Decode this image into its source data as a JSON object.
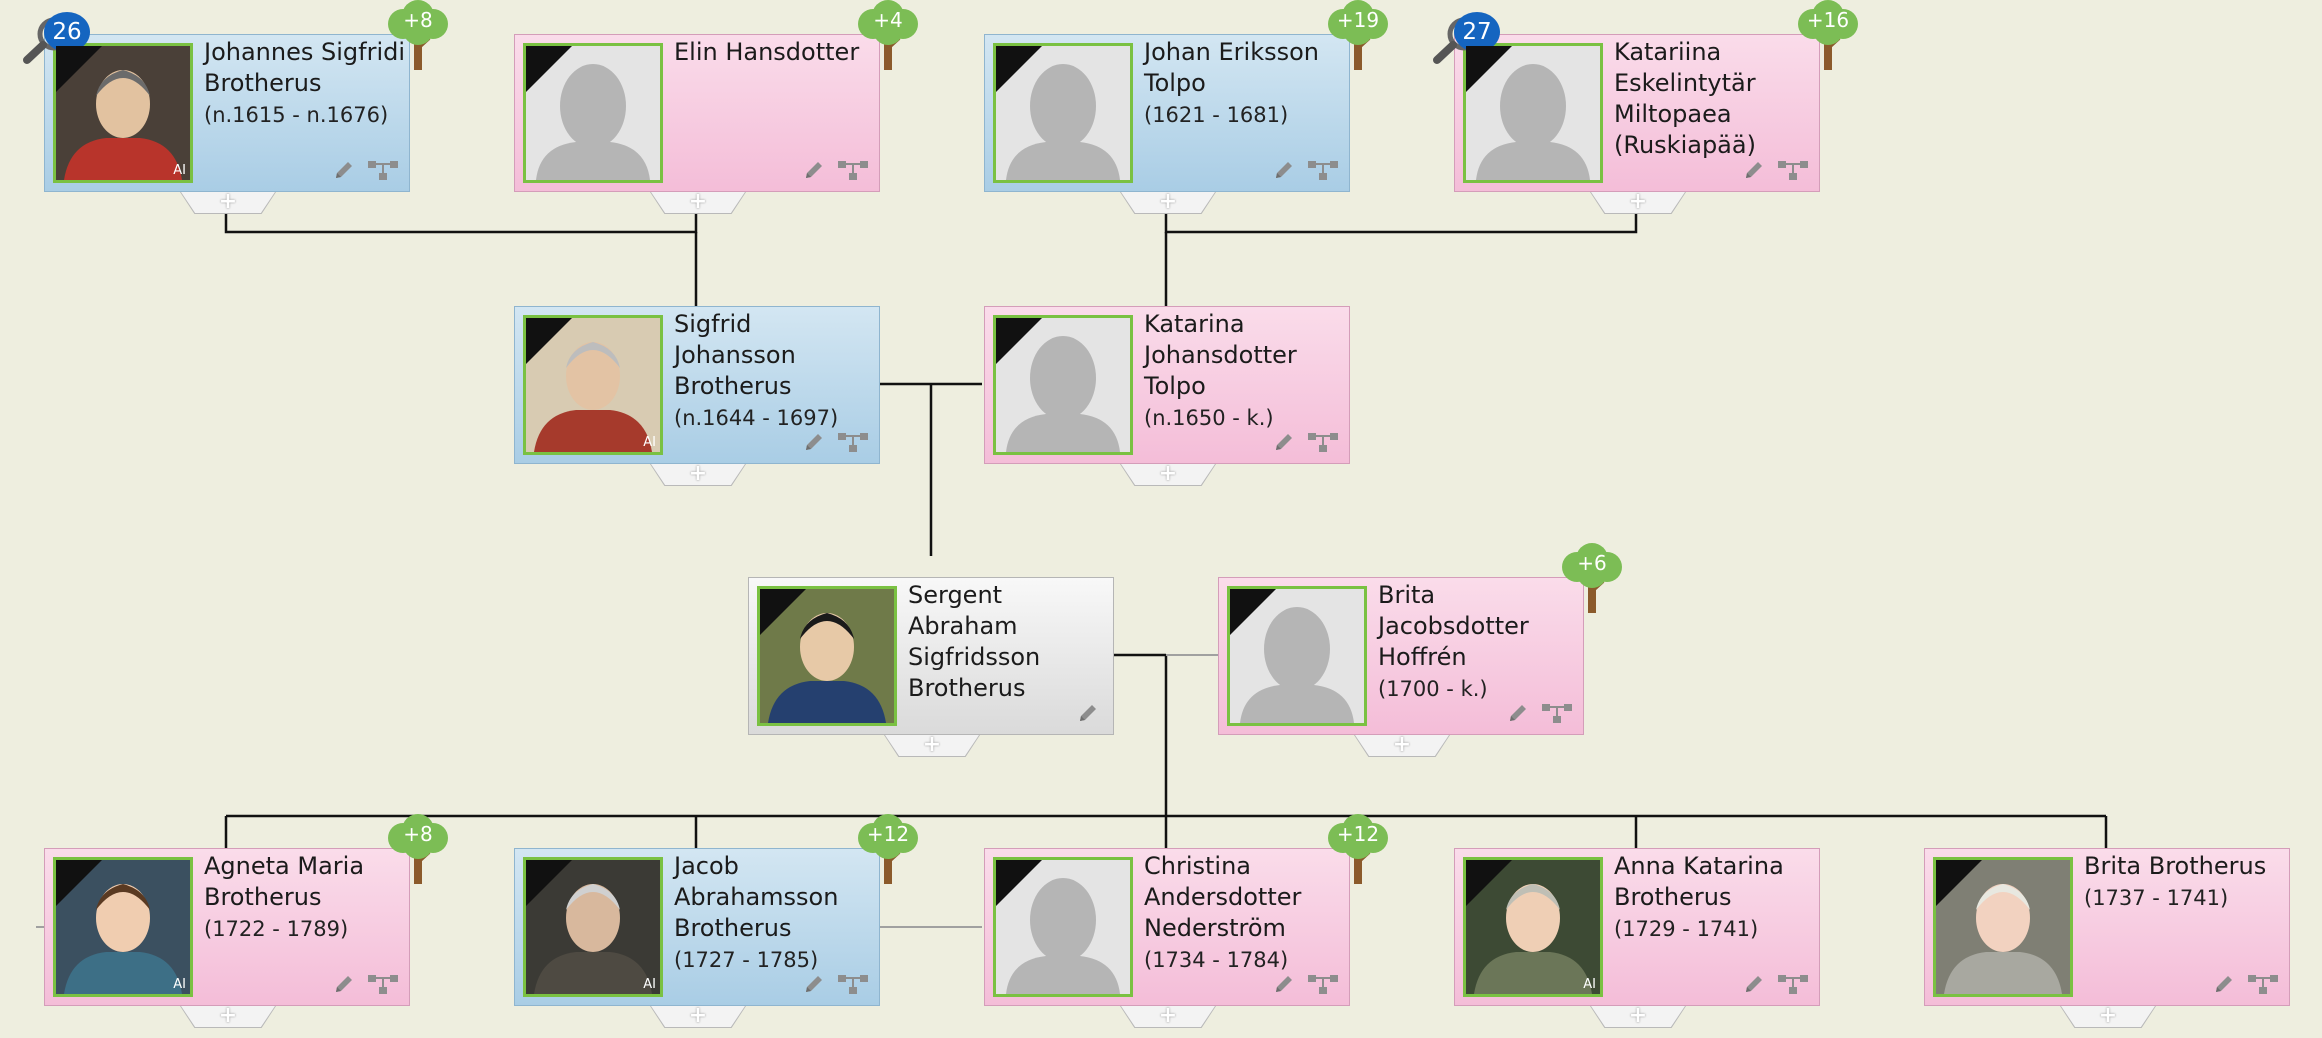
{
  "people": [
    {
      "name": "Johannes Sigfridi\nBrotherus",
      "dates": "(n.1615 - n.1676)",
      "gender": "male",
      "photo": "portrait-red-cloak",
      "ai_label": "AI",
      "tree_badge": "+8",
      "search_badge": "26",
      "mini_tree": true
    },
    {
      "name": "Elin Hansdotter",
      "dates": "",
      "gender": "female",
      "photo": "silhouette",
      "ai_label": "",
      "tree_badge": "+4",
      "search_badge": "",
      "mini_tree": true
    },
    {
      "name": "Johan Eriksson\nTolpo",
      "dates": "(1621 - 1681)",
      "gender": "male",
      "photo": "silhouette",
      "ai_label": "",
      "tree_badge": "+19",
      "search_badge": "",
      "mini_tree": true
    },
    {
      "name": "Katariina\nEskelintytär\nMiltopaea\n(Ruskiapää)",
      "dates": "",
      "gender": "female",
      "photo": "silhouette",
      "ai_label": "",
      "tree_badge": "+16",
      "search_badge": "27",
      "mini_tree": true
    },
    {
      "name": "Sigfrid Johansson\nBrotherus",
      "dates": "(n.1644 - 1697)",
      "gender": "male",
      "photo": "portrait-old-man",
      "ai_label": "AI",
      "tree_badge": "",
      "search_badge": "",
      "mini_tree": true
    },
    {
      "name": "Katarina\nJohansdotter\nTolpo",
      "dates": "(n.1650 -  k.)",
      "gender": "female",
      "photo": "silhouette",
      "ai_label": "",
      "tree_badge": "",
      "search_badge": "",
      "mini_tree": true
    },
    {
      "name": "Sergent\nAbraham\nSigfridsson\nBrotherus",
      "dates": "",
      "gender": "neutral",
      "photo": "portrait-soldier",
      "ai_label": "",
      "tree_badge": "",
      "search_badge": "",
      "mini_tree": false
    },
    {
      "name": "Brita\nJacobsdotter\nHoffrén",
      "dates": "(1700 -  k.)",
      "gender": "female",
      "photo": "silhouette",
      "ai_label": "",
      "tree_badge": "+6",
      "search_badge": "",
      "mini_tree": true
    },
    {
      "name": "Agneta Maria\nBrotherus",
      "dates": "(1722 - 1789)",
      "gender": "female",
      "photo": "portrait-woman",
      "ai_label": "AI",
      "tree_badge": "+8",
      "search_badge": "",
      "mini_tree": true
    },
    {
      "name": "Jacob\nAbrahamsson\nBrotherus",
      "dates": "(1727 - 1785)",
      "gender": "male",
      "photo": "portrait-old-man-cap",
      "ai_label": "AI",
      "tree_badge": "+12",
      "search_badge": "",
      "mini_tree": true
    },
    {
      "name": "Christina\nAndersdotter\nNederström",
      "dates": "(1734 - 1784)",
      "gender": "female",
      "photo": "silhouette",
      "ai_label": "",
      "tree_badge": "+12",
      "search_badge": "",
      "mini_tree": true
    },
    {
      "name": "Anna Katarina\nBrotherus",
      "dates": "(1729 - 1741)",
      "gender": "female",
      "photo": "portrait-girl",
      "ai_label": "AI",
      "tree_badge": "",
      "search_badge": "",
      "mini_tree": true
    },
    {
      "name": "Brita Brotherus",
      "dates": "(1737 - 1741)",
      "gender": "female",
      "photo": "portrait-baby",
      "ai_label": "",
      "tree_badge": "",
      "search_badge": "",
      "mini_tree": true
    }
  ],
  "colors": {
    "line": "#111111",
    "spouse_line": "#a0a0a0",
    "tree_green": "#7cbd55",
    "trunk": "#8b5a2b",
    "badge_blue": "#1565c0"
  },
  "icons": {
    "edit": "pencil-icon",
    "mini_tree": "family-tree-icon",
    "expand": "plus-icon",
    "badge_tree": "tree-icon",
    "search": "magnifier-icon"
  }
}
